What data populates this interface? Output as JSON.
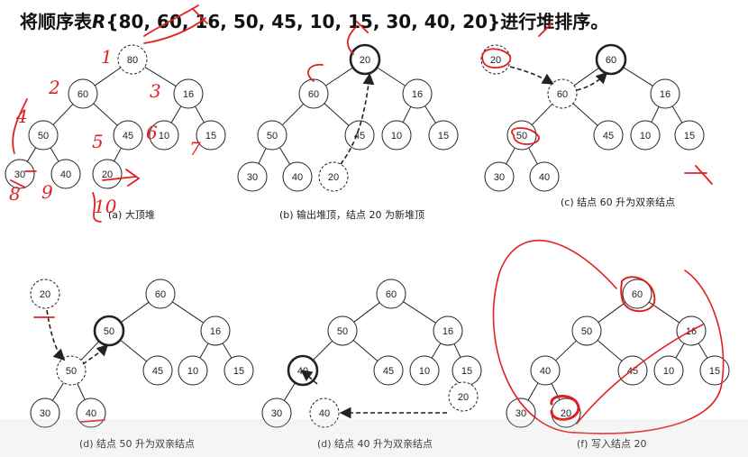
{
  "title": {
    "prefix": "将顺序表",
    "var": "R",
    "list": "{80, 60, 16, 50, 45, 10, 15, 30, 40, 20}",
    "suffix": "进行堆排序。"
  },
  "colors": {
    "ink": "#222222",
    "annotation": "#e02020"
  },
  "panels": [
    {
      "id": "a",
      "caption": "(a)  大顶堆",
      "nodes": [
        {
          "v": "80",
          "style": "dashed"
        },
        {
          "v": "60",
          "style": "solid"
        },
        {
          "v": "16",
          "style": "solid"
        },
        {
          "v": "50",
          "style": "solid"
        },
        {
          "v": "45",
          "style": "solid"
        },
        {
          "v": "10",
          "style": "solid"
        },
        {
          "v": "15",
          "style": "solid"
        },
        {
          "v": "30",
          "style": "solid"
        },
        {
          "v": "40",
          "style": "solid"
        },
        {
          "v": "20",
          "style": "solid"
        }
      ]
    },
    {
      "id": "b",
      "caption": "(b)  输出堆顶，结点 20 为新堆顶",
      "nodes": [
        {
          "v": "20",
          "style": "bold"
        },
        {
          "v": "60",
          "style": "solid"
        },
        {
          "v": "16",
          "style": "solid"
        },
        {
          "v": "50",
          "style": "solid"
        },
        {
          "v": "45",
          "style": "solid"
        },
        {
          "v": "10",
          "style": "solid"
        },
        {
          "v": "15",
          "style": "solid"
        },
        {
          "v": "30",
          "style": "solid"
        },
        {
          "v": "40",
          "style": "solid"
        },
        {
          "v": "20",
          "style": "dashed"
        }
      ]
    },
    {
      "id": "c",
      "caption": "(c)  结点 60 升为双亲结点",
      "nodes": [
        {
          "v": "60",
          "style": "bold"
        },
        {
          "v": "60",
          "style": "dashed"
        },
        {
          "v": "16",
          "style": "solid"
        },
        {
          "v": "50",
          "style": "solid"
        },
        {
          "v": "45",
          "style": "solid"
        },
        {
          "v": "10",
          "style": "solid"
        },
        {
          "v": "15",
          "style": "solid"
        },
        {
          "v": "30",
          "style": "solid"
        },
        {
          "v": "40",
          "style": "solid"
        },
        {
          "v": "20",
          "style": "dashed"
        }
      ]
    },
    {
      "id": "d1",
      "caption": "(d)  结点 50 升为双亲结点",
      "nodes": [
        {
          "v": "60",
          "style": "solid"
        },
        {
          "v": "50",
          "style": "bold"
        },
        {
          "v": "16",
          "style": "solid"
        },
        {
          "v": "50",
          "style": "dashed"
        },
        {
          "v": "45",
          "style": "solid"
        },
        {
          "v": "10",
          "style": "solid"
        },
        {
          "v": "15",
          "style": "solid"
        },
        {
          "v": "30",
          "style": "solid"
        },
        {
          "v": "40",
          "style": "solid"
        },
        {
          "v": "20",
          "style": "dashed"
        }
      ]
    },
    {
      "id": "d2",
      "caption": "(d)  结点 40 升为双亲结点",
      "nodes": [
        {
          "v": "60",
          "style": "solid"
        },
        {
          "v": "50",
          "style": "solid"
        },
        {
          "v": "16",
          "style": "solid"
        },
        {
          "v": "40",
          "style": "bold"
        },
        {
          "v": "45",
          "style": "solid"
        },
        {
          "v": "10",
          "style": "solid"
        },
        {
          "v": "15",
          "style": "solid"
        },
        {
          "v": "30",
          "style": "solid"
        },
        {
          "v": "40",
          "style": "dashed"
        },
        {
          "v": "20",
          "style": "dashed"
        }
      ]
    },
    {
      "id": "f",
      "caption": "(f)  写入结点 20",
      "nodes": [
        {
          "v": "60",
          "style": "solid"
        },
        {
          "v": "50",
          "style": "solid"
        },
        {
          "v": "16",
          "style": "solid"
        },
        {
          "v": "40",
          "style": "solid"
        },
        {
          "v": "45",
          "style": "solid"
        },
        {
          "v": "10",
          "style": "solid"
        },
        {
          "v": "15",
          "style": "solid"
        },
        {
          "v": "30",
          "style": "solid"
        },
        {
          "v": "20",
          "style": "solid"
        }
      ]
    }
  ],
  "annotations": {
    "numbers": [
      "1",
      "2",
      "3",
      "4",
      "5",
      "6",
      "7",
      "8",
      "9",
      "10"
    ]
  }
}
